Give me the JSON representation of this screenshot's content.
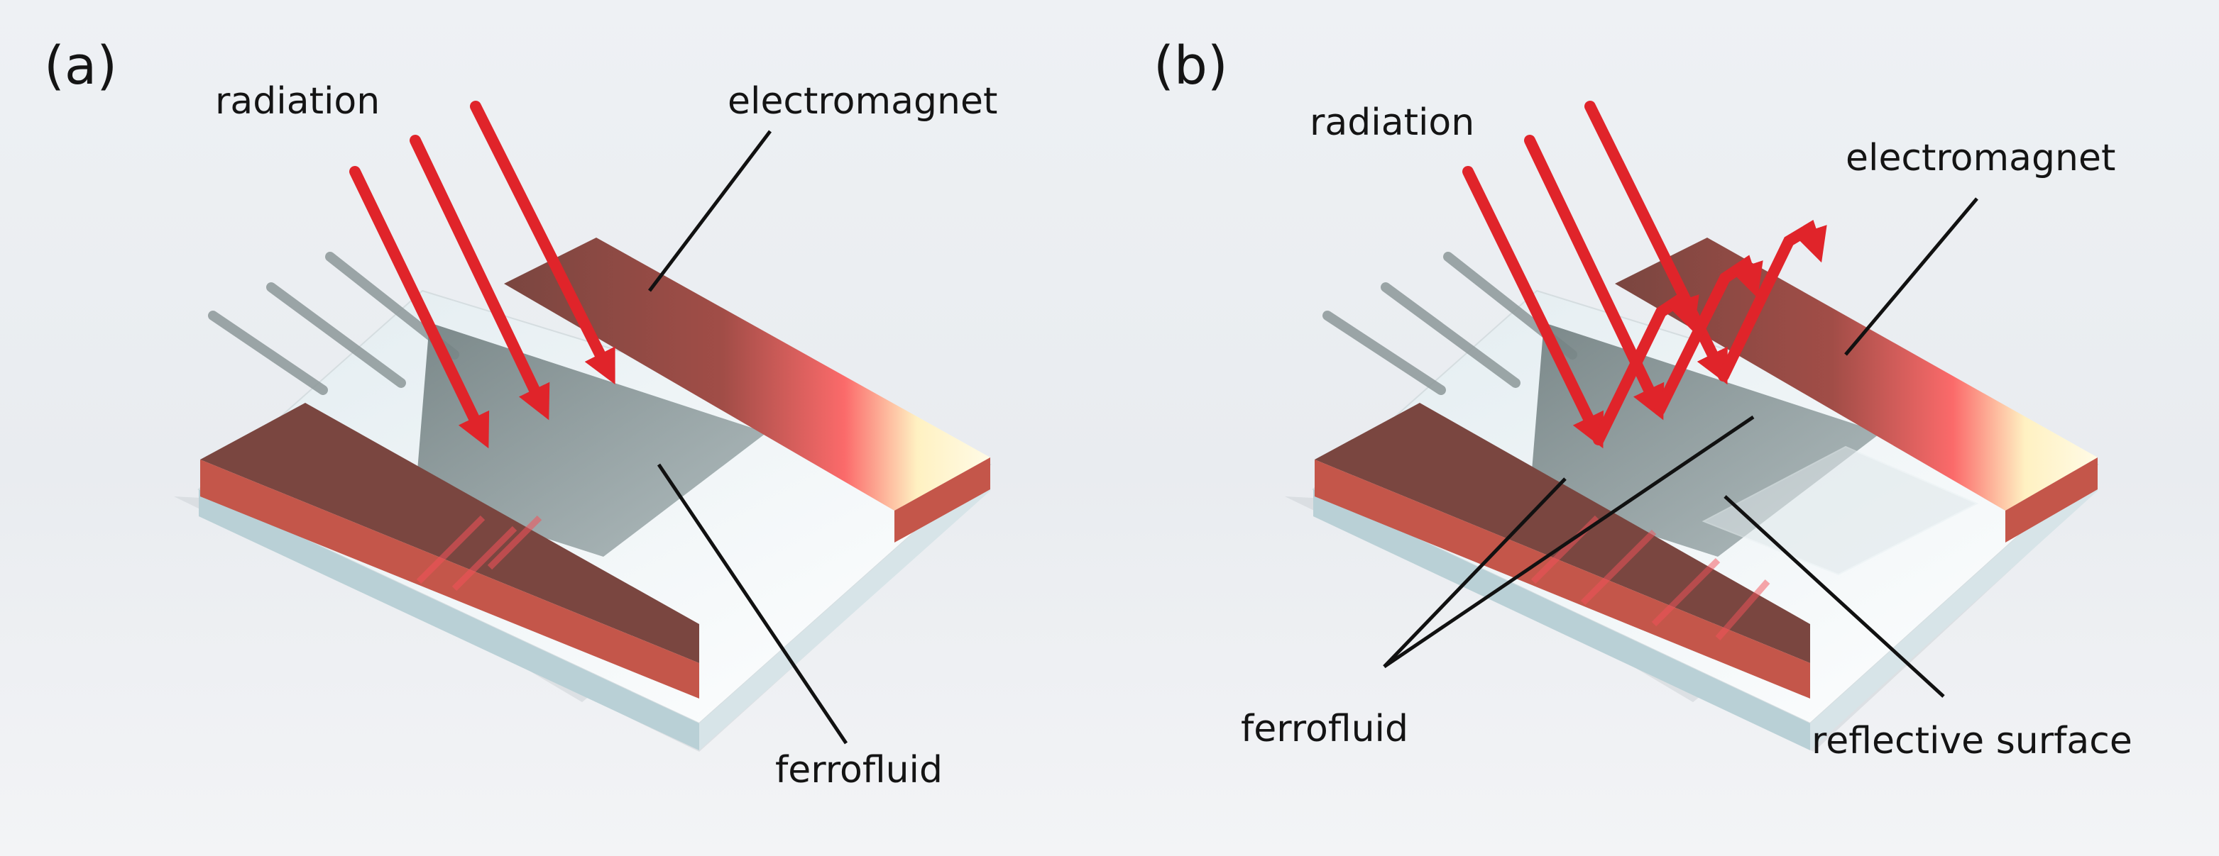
{
  "panels": [
    {
      "letter": "(a)",
      "labels": {
        "radiation": "radiation",
        "electromagnet": "electromagnet",
        "ferrofluid": "ferrofluid"
      }
    },
    {
      "letter": "(b)",
      "labels": {
        "radiation": "radiation",
        "electromagnet": "electromagnet",
        "ferrofluid": "ferrofluid",
        "reflective_surface": "reflective surface"
      }
    }
  ],
  "colors": {
    "radiation_arrow": "#e0242a",
    "electromagnet_dark": "#7a4640",
    "electromagnet_side": "#c4564a",
    "electromagnet_hot": "#fb6a6a",
    "electromagnet_warm": "#fff6d4",
    "base_block": "#cfdde3",
    "cavity": "#7f8e8f",
    "leader_line": "#111111"
  }
}
